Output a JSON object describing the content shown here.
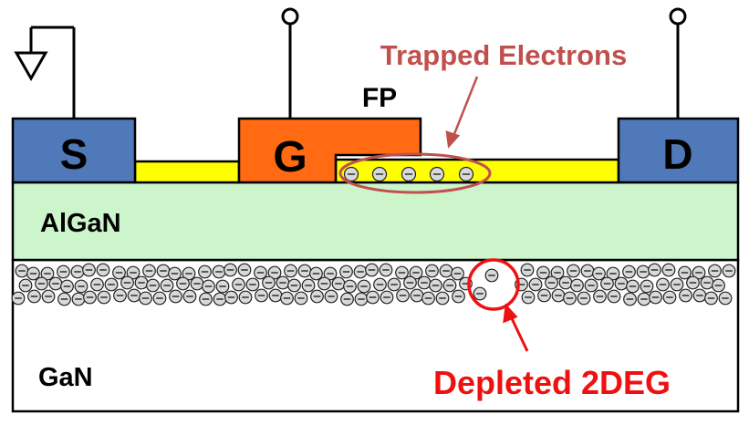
{
  "labels": {
    "source": "S",
    "gate": "G",
    "drain": "D",
    "field_plate": "FP",
    "barrier": "AlGaN",
    "channel": "GaN",
    "trapped_electrons": "Trapped Electrons",
    "depleted_2deg": "Depleted 2DEG"
  },
  "colors": {
    "contact_blue": "#4f79b8",
    "gate_orange": "#ff6a12",
    "passivation_yellow": "#ffff00",
    "algan_green": "#ccf5cc",
    "gan_white": "#ffffff",
    "annotation_brown": "#c0504d",
    "annotation_red": "#ee1111",
    "outline": "#000000"
  },
  "electron_symbol": "⊖"
}
